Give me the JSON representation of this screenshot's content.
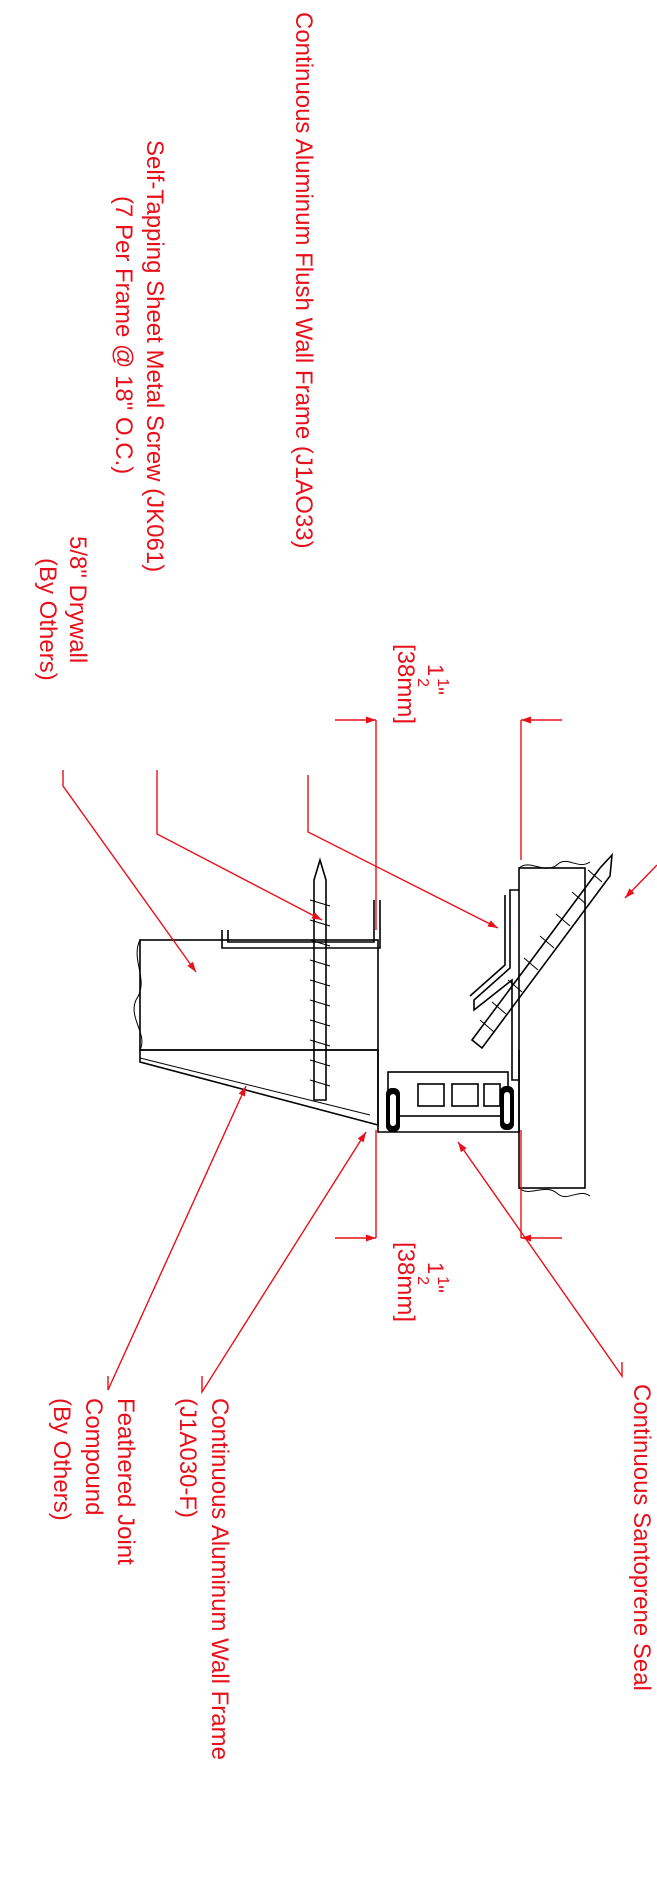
{
  "colors": {
    "annotation": "#e8101a",
    "linework": "#000000",
    "stipple": "#5ab4d6"
  },
  "labels": {
    "flush_frame": "Continuous Aluminum Flush Wall Frame (J1AO33)",
    "screw_line1": "Self-Tapping Sheet Metal Screw (JK061)",
    "screw_line2": "(7 Per Frame @ 18\" O.C.)",
    "drywall_line1": "5/8\" Drywall",
    "drywall_line2": "(By Others)",
    "dim_top_num": "1",
    "dim_top_frac_n": "1",
    "dim_top_frac_d": "2",
    "dim_top_inch": "\"",
    "dim_top_mm": "[38mm]",
    "dim_bot_num": "1",
    "dim_bot_frac_n": "1",
    "dim_bot_frac_d": "2",
    "dim_bot_inch": "\"",
    "dim_bot_mm": "[38mm]",
    "seal": "Continuous Santoprene Seal",
    "wall_frame_line1": "Continuous Aluminum Wall Frame",
    "wall_frame_line2": "(J1A030-F)",
    "joint_line1": "Feathered Joint",
    "joint_line2": "Compound",
    "joint_line3": "(By Others)"
  }
}
